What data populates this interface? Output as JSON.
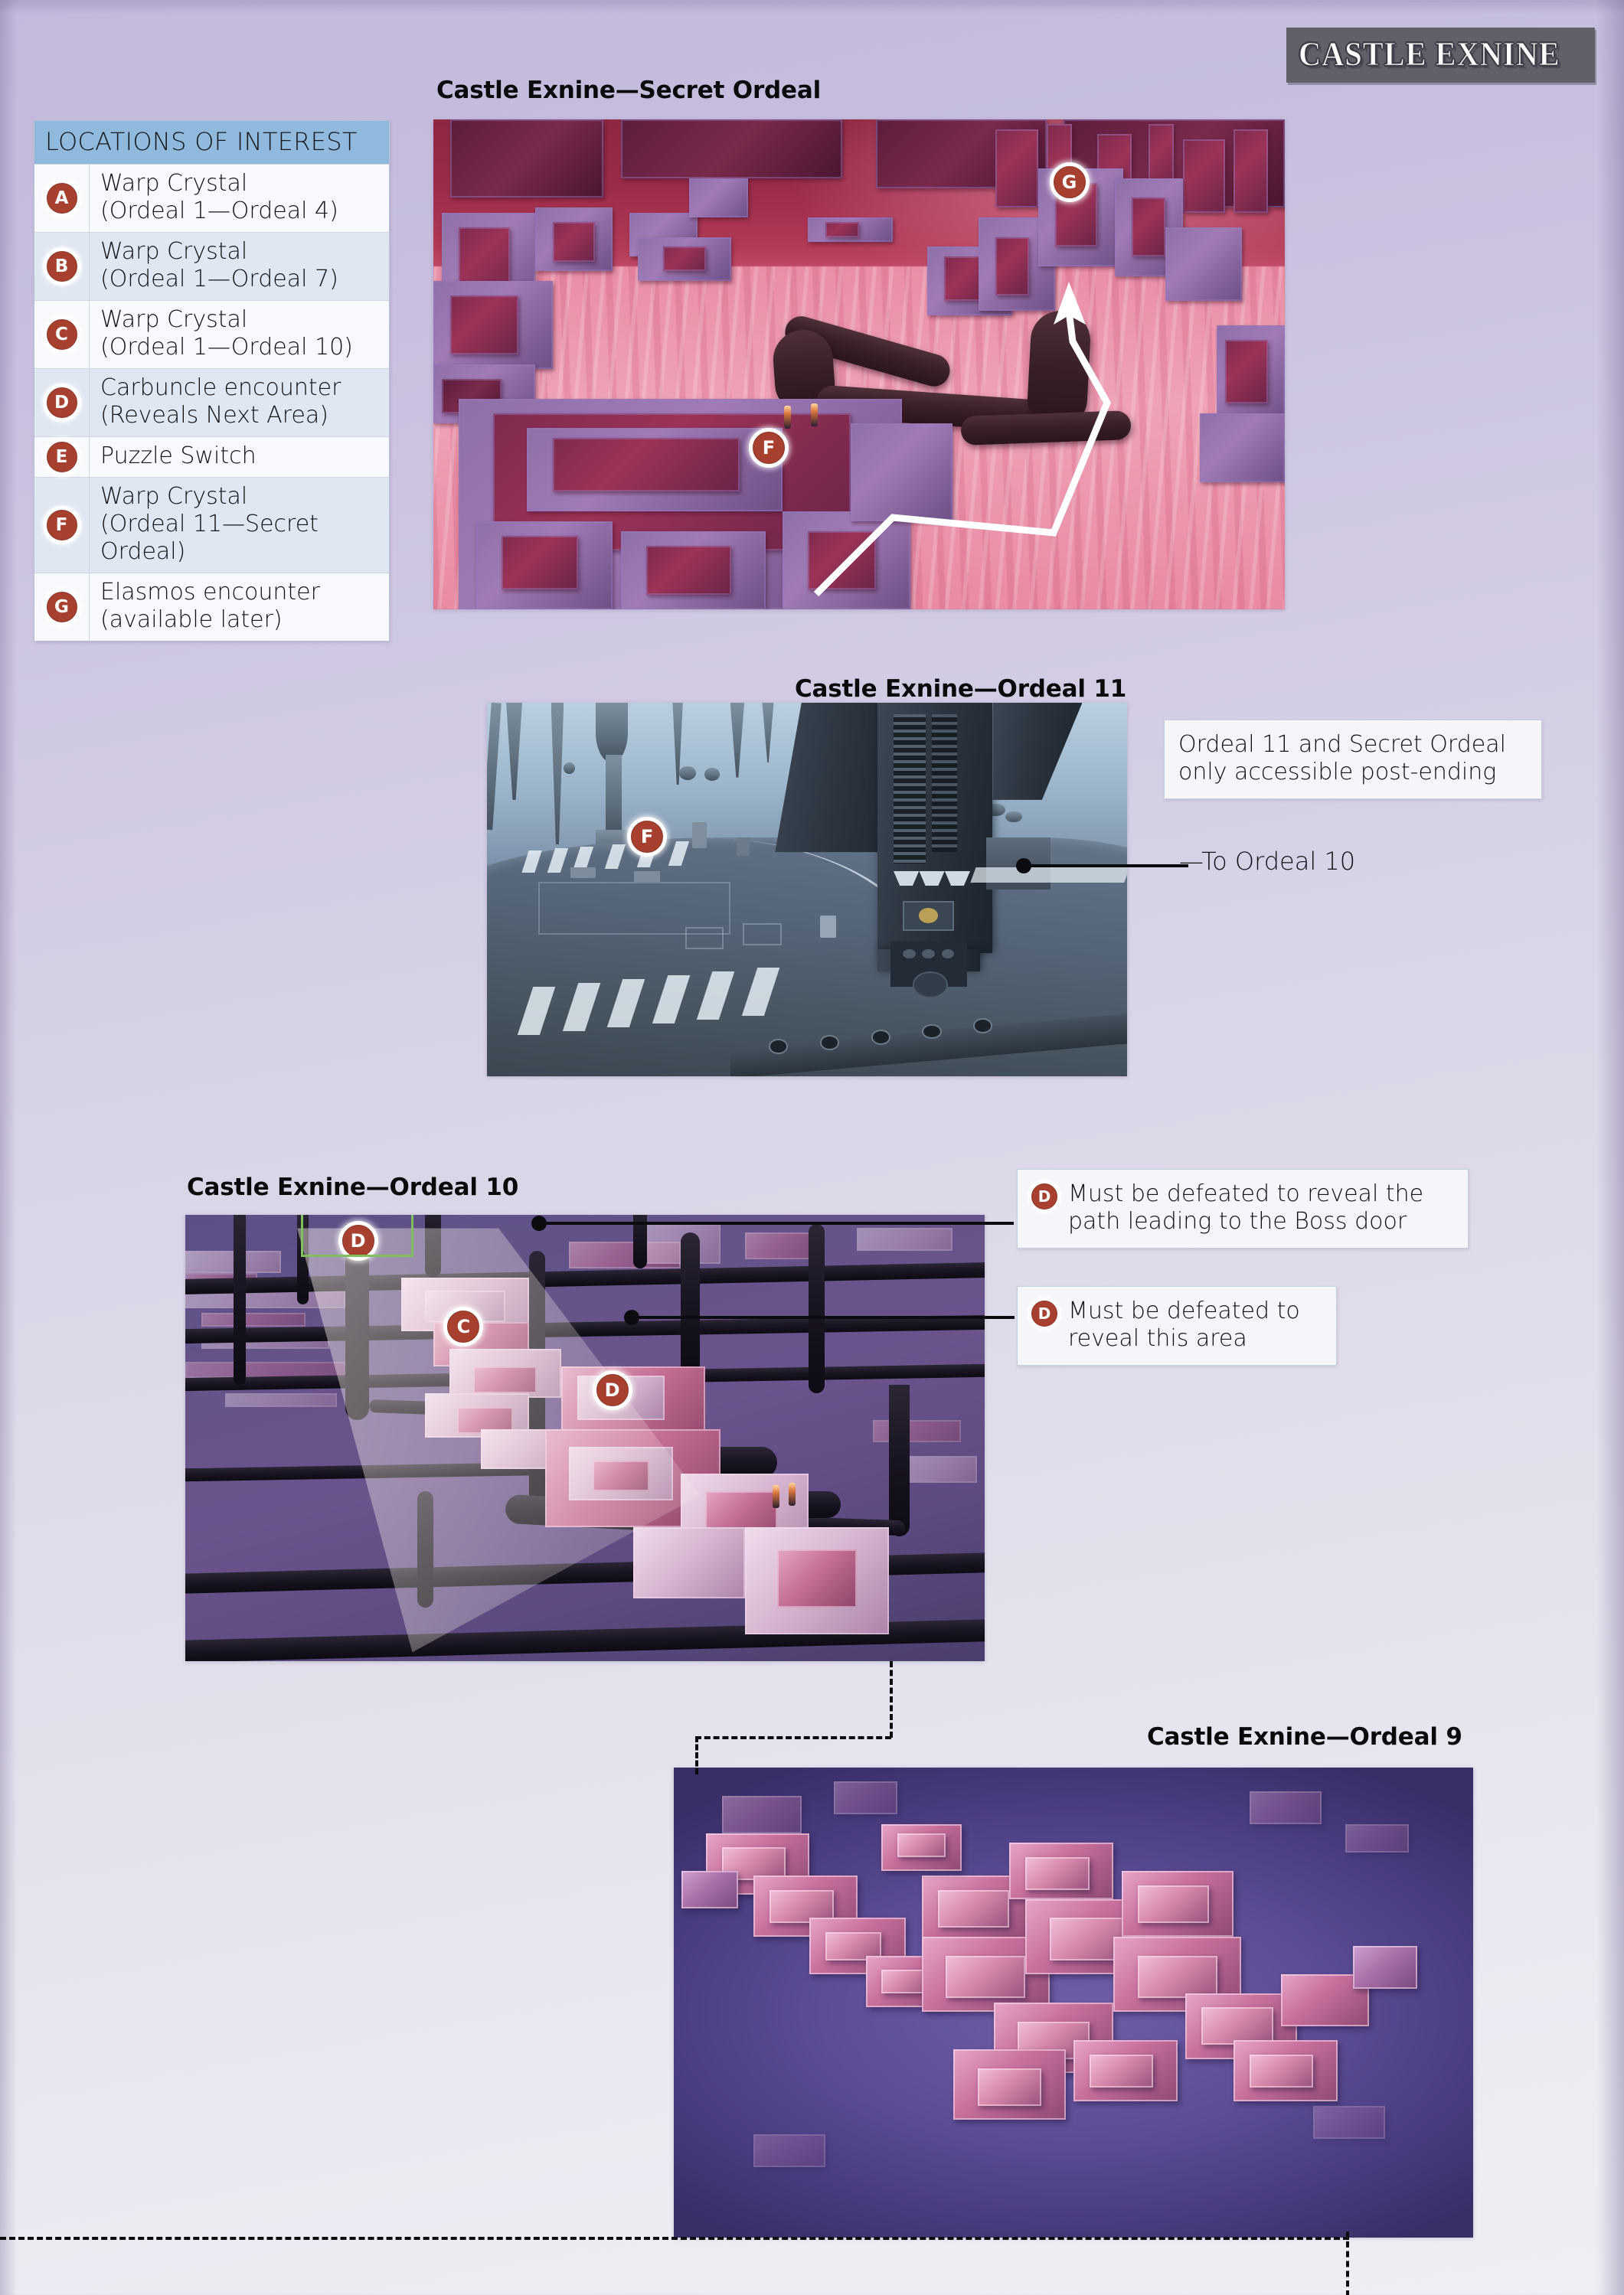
{
  "chapter": {
    "logo_text": "CASTLE EXNINE"
  },
  "legend": {
    "header": "LOCATIONS OF INTEREST",
    "rows": [
      {
        "marker": "A",
        "line1": "Warp Crystal",
        "line2": "(Ordeal 1—Ordeal 4)"
      },
      {
        "marker": "B",
        "line1": "Warp Crystal",
        "line2": "(Ordeal 1—Ordeal 7)"
      },
      {
        "marker": "C",
        "line1": "Warp Crystal",
        "line2": "(Ordeal 1—Ordeal 10)"
      },
      {
        "marker": "D",
        "line1": "Carbuncle encounter",
        "line2": "(Reveals Next Area)"
      },
      {
        "marker": "E",
        "line1": "Puzzle Switch",
        "line2": ""
      },
      {
        "marker": "F",
        "line1": "Warp Crystal",
        "line2": "(Ordeal 11—Secret Ordeal)"
      },
      {
        "marker": "G",
        "line1": "Elasmos encounter",
        "line2": "(available later)"
      }
    ]
  },
  "maps": {
    "secret_ordeal": {
      "title": "Castle Exnine—Secret Ordeal",
      "markers": [
        {
          "id": "G",
          "label": "G"
        },
        {
          "id": "F",
          "label": "F"
        }
      ]
    },
    "ordeal_11": {
      "title": "Castle Exnine—Ordeal 11",
      "markers": [
        {
          "id": "F",
          "label": "F"
        }
      ],
      "note": "Ordeal 11 and Secret Ordeal\nonly accessible post-ending",
      "note_line1": "Ordeal 11 and Secret Ordeal",
      "note_line2": "only accessible post-ending",
      "exit_label": "—To Ordeal 10"
    },
    "ordeal_10": {
      "title": "Castle Exnine—Ordeal 10",
      "markers": [
        {
          "id": "D1",
          "label": "D"
        },
        {
          "id": "C",
          "label": "C"
        },
        {
          "id": "D2",
          "label": "D"
        }
      ],
      "notes": [
        {
          "badge": "D",
          "line1": "Must be defeated to reveal the",
          "line2": "path leading to the Boss door"
        },
        {
          "badge": "D",
          "line1": "Must be defeated to",
          "line2": "reveal this area"
        }
      ]
    },
    "ordeal_9": {
      "title": "Castle Exnine—Ordeal 9"
    }
  },
  "colors": {
    "marker_red": "#a8402f",
    "legend_header_blue": "#8fb9dd",
    "legend_row_alt": "#dfe7f3",
    "highlight_green": "#7fbf5d",
    "line_black": "#0c0c10"
  }
}
